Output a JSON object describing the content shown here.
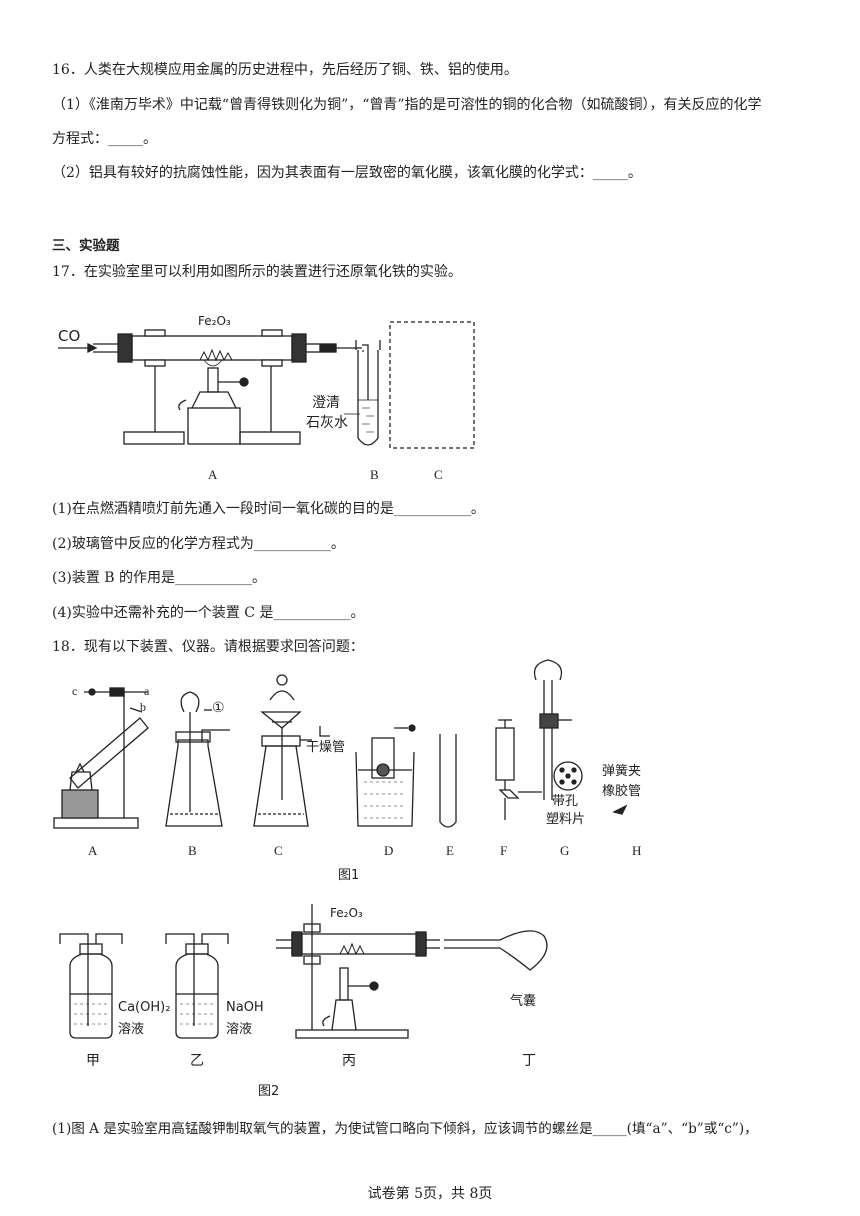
{
  "q16": {
    "stem": "16．人类在大规模应用金属的历史进程中，先后经历了铜、铁、铝的使用。",
    "p1a": "（1）《淮南万毕术》中记载“曾青得铁则化为铜”，“曾青”指的是可溶性的铜的化合物（如硫酸铜），有关反应的化学",
    "p1b": "方程式：_____。",
    "p2": "（2）铝具有较好的抗腐蚀性能，因为其表面有一层致密的氧化膜，该氧化膜的化学式：_____。"
  },
  "section3": "三、实验题",
  "q17": {
    "stem": "17．在实验室里可以利用如图所示的装置进行还原氧化铁的实验。",
    "fig": {
      "co": "CO",
      "fe2o3": "Fe₂O₃",
      "limewater1": "澄清",
      "limewater2": "石灰水",
      "labelA": "A",
      "labelB": "B",
      "labelC": "C"
    },
    "s1": "(1)在点燃酒精喷灯前先通入一段时间一氧化碳的目的是___________。",
    "s2": "(2)玻璃管中反应的化学方程式为___________。",
    "s3": "(3)装置 B 的作用是___________。",
    "s4": "(4)实验中还需补充的一个装置 C 是___________。"
  },
  "q18": {
    "stem": "18．现有以下装置、仪器。请根据要求回答问题：",
    "fig1": {
      "c": "c",
      "a": "a",
      "b": "b",
      "circle1": "①",
      "dryTube": "干燥管",
      "perforated1": "带孔",
      "perforated2": "塑料片",
      "clip1": "弹簧夹",
      "clip2": "橡胶管",
      "labels": [
        "A",
        "B",
        "C",
        "D",
        "E",
        "F",
        "G",
        "H"
      ],
      "caption": "图1"
    },
    "fig2": {
      "caoh2": "Ca(OH)₂",
      "sol1": "溶液",
      "naoh": "NaOH",
      "sol2": "溶液",
      "fe2o3": "Fe₂O₃",
      "bag": "气囊",
      "jia": "甲",
      "yi": "乙",
      "bing": "丙",
      "ding": "丁",
      "caption": "图2"
    },
    "s1": "(1)图 A 是实验室用高锰酸钾制取氧气的装置，为使试管口略向下倾斜，应该调节的螺丝是_____(填“a”、“b”或“c”)，"
  },
  "footer": "试卷第 5页，共 8页"
}
